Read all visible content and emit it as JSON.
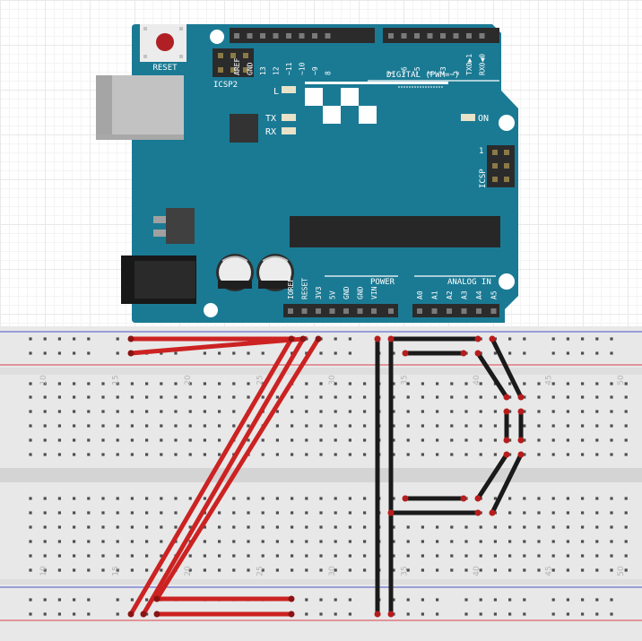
{
  "board": {
    "reset_label": "RESET",
    "icsp2_label": "ICSP2",
    "icsp_label": "ICSP",
    "icsp_pin1": "1",
    "led_l": "L",
    "led_tx": "TX",
    "led_rx": "RX",
    "led_on": "ON",
    "digital_label": "DIGITAL (PWM=~)",
    "power_label": "POWER",
    "analog_label": "ANALOG IN",
    "digital_pins_left": [
      "AREF",
      "GND",
      "13",
      "12",
      "~11",
      "~10",
      "~9",
      "8"
    ],
    "digital_pins_right": [
      "7",
      "~6",
      "~5",
      "4",
      "~3",
      "2",
      "TX0▶1",
      "RX0◀0"
    ],
    "power_pins": [
      "IOREF",
      "RESET",
      "3V3",
      "5V",
      "GND",
      "GND",
      "VIN"
    ],
    "analog_pins": [
      "A0",
      "A1",
      "A2",
      "A3",
      "A4",
      "A5"
    ],
    "colors": {
      "pcb": "#1a7a94",
      "header": "#2b2b2b",
      "reset_button": "#b01f24"
    }
  },
  "breadboard": {
    "column_numbers": [
      "10",
      "15",
      "20",
      "25",
      "30",
      "35",
      "40",
      "45",
      "50"
    ],
    "colors": {
      "body": "#e8e8e8",
      "rail_red": "#d8424a",
      "rail_blue": "#4a55c8"
    }
  },
  "wires": {
    "colors": {
      "red": "#cc2222",
      "black": "#1a1a1a"
    }
  }
}
